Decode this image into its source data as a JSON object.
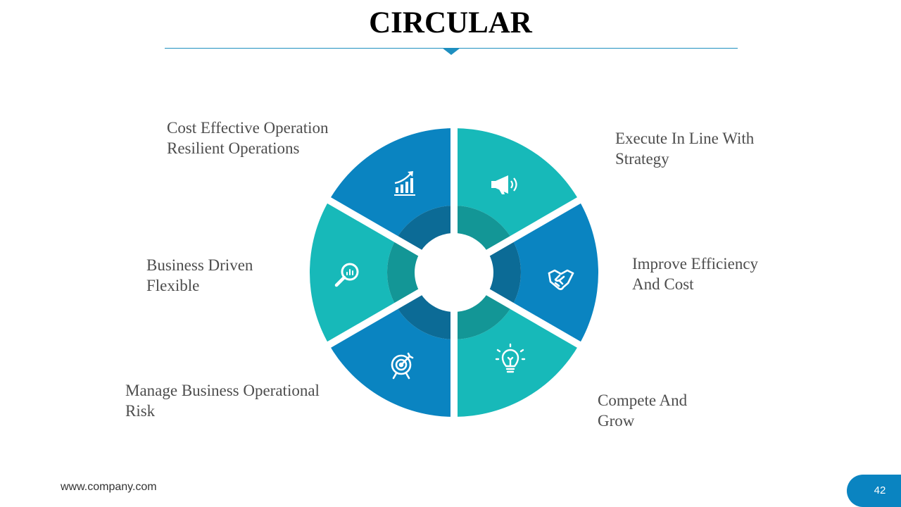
{
  "slide": {
    "title": "CIRCULAR",
    "footer_url": "www.company.com",
    "page_number": "42"
  },
  "colors": {
    "blue": "#0a84c1",
    "blue_inner": "#0c6b96",
    "teal": "#17b9b9",
    "teal_inner": "#139696",
    "text": "#4d4d4d",
    "accent": "#1e8fc0"
  },
  "segments": [
    {
      "icon": "megaphone-icon",
      "color": "teal",
      "label_lines": [
        "Execute In Line With",
        "Strategy"
      ]
    },
    {
      "icon": "handshake-icon",
      "color": "blue",
      "label_lines": [
        "Improve Efficiency",
        "And Cost"
      ]
    },
    {
      "icon": "lightbulb-icon",
      "color": "teal",
      "label_lines": [
        "Compete And",
        "Grow"
      ]
    },
    {
      "icon": "target-icon",
      "color": "blue",
      "label_lines": [
        "Manage Business Operational",
        "Risk"
      ]
    },
    {
      "icon": "magnifier-chart-icon",
      "color": "teal",
      "label_lines": [
        "Business Driven",
        "Flexible"
      ]
    },
    {
      "icon": "growth-chart-icon",
      "color": "blue",
      "label_lines": [
        "Cost Effective Operation",
        "Resilient Operations"
      ]
    }
  ]
}
